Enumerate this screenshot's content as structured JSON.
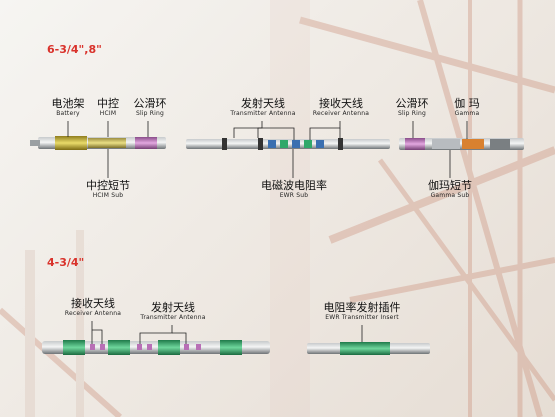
{
  "sections": {
    "top": {
      "title": "6-3/4\",8\""
    },
    "bottom": {
      "title": "4-3/4\""
    }
  },
  "labels": {
    "battery": {
      "cn": "电池架",
      "en": "Battery"
    },
    "hcim": {
      "cn": "中控",
      "en": "HCIM"
    },
    "slip_ring_1": {
      "cn": "公滑环",
      "en": "Slip Ring"
    },
    "hcim_sub": {
      "cn": "中控短节",
      "en": "HCIM Sub"
    },
    "transmitter_antenna": {
      "cn": "发射天线",
      "en": "Transmitter Antenna"
    },
    "receiver_antenna": {
      "cn": "接收天线",
      "en": "Receiver Antenna"
    },
    "ewr_sub": {
      "cn": "电磁波电阻率",
      "en": "EWR Sub"
    },
    "slip_ring_2": {
      "cn": "公滑环",
      "en": "Slip Ring"
    },
    "gamma": {
      "cn": "伽  玛",
      "en": "Gamma"
    },
    "gamma_sub": {
      "cn": "伽玛短节",
      "en": "Gamma Sub"
    },
    "receiver_antenna_small": {
      "cn": "接收天线",
      "en": "Receiver Antenna"
    },
    "transmitter_antenna_small": {
      "cn": "发射天线",
      "en": "Transmitter Antenna"
    },
    "ewr_transmitter_insert": {
      "cn": "电阻率发射插件",
      "en": "EWR Transmitter Insert"
    }
  },
  "colors": {
    "accent_red": "#d9322b",
    "tool_steel": "#7f8487",
    "battery_gold": "#c9b43a",
    "slip_ring_purple": "#b86fb6",
    "antenna_blue": "#3a6fb0",
    "antenna_green": "#2fa86a",
    "gamma_orange": "#d9812f"
  }
}
